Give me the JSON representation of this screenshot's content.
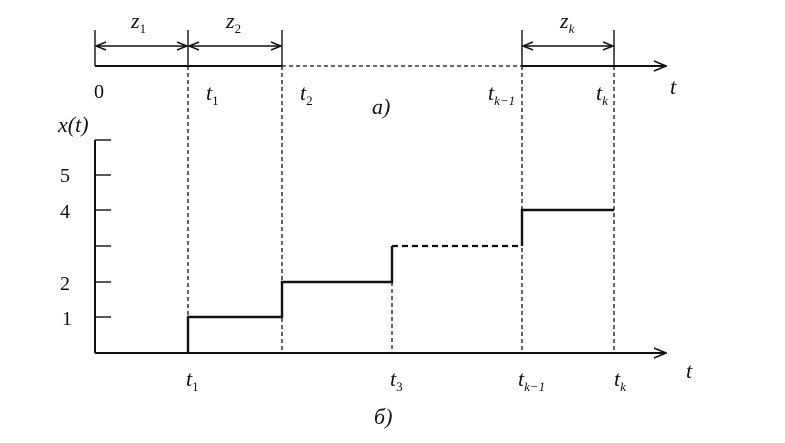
{
  "part_a": {
    "caption": "а)",
    "axis_label": "t",
    "origin_label": "0",
    "time_marks": [
      {
        "base": "t",
        "sub": "1"
      },
      {
        "base": "t",
        "sub": "2"
      },
      {
        "base": "t",
        "sub": "k−1"
      },
      {
        "base": "t",
        "sub": "k"
      }
    ],
    "intervals": [
      {
        "base": "z",
        "sub": "1"
      },
      {
        "base": "z",
        "sub": "2"
      },
      {
        "base": "z",
        "sub": "k"
      }
    ]
  },
  "part_b": {
    "caption": "б)",
    "y_label": "x(t)",
    "x_label": "t",
    "y_ticks": [
      "1",
      "2",
      "4",
      "5"
    ],
    "time_marks": [
      {
        "base": "t",
        "sub": "1"
      },
      {
        "base": "t",
        "sub": "3"
      },
      {
        "base": "t",
        "sub": "k−1"
      },
      {
        "base": "t",
        "sub": "k"
      }
    ],
    "steps": [
      {
        "from": "t1",
        "to": "t2",
        "level": 1
      },
      {
        "from": "t2",
        "to": "t3",
        "level": 2
      },
      {
        "from": "t3",
        "to": "tk-1",
        "level": 3,
        "dashed": true
      },
      {
        "from": "tk-1",
        "to": "tk",
        "level": 4
      }
    ]
  }
}
